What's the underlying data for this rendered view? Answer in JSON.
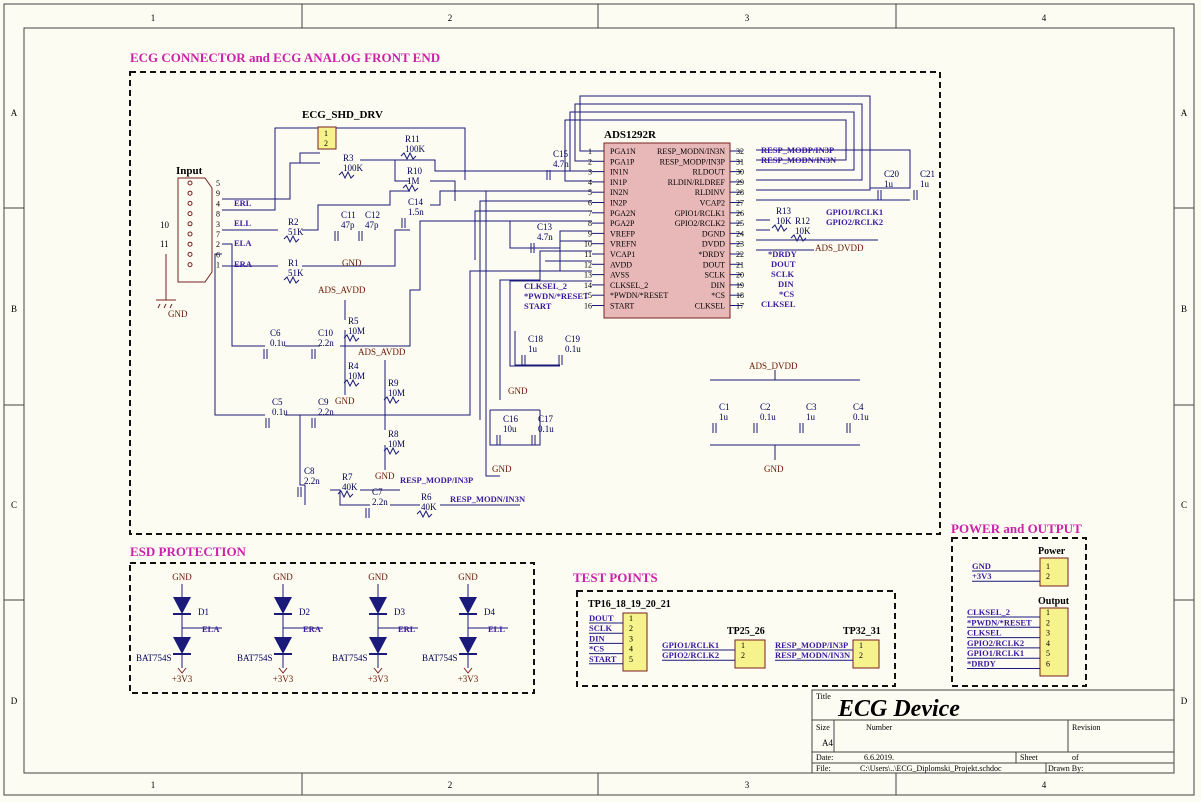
{
  "border": {
    "cols": [
      "1",
      "2",
      "3",
      "4"
    ],
    "rows": [
      "A",
      "B",
      "C",
      "D"
    ]
  },
  "sections": {
    "front_end": "ECG CONNECTOR  and  ECG ANALOG FRONT END",
    "esd": "ESD PROTECTION",
    "test_points": "TEST POINTS",
    "power_output": "POWER  and  OUTPUT"
  },
  "front_end": {
    "input_label": "Input",
    "input_pins": [
      "5",
      "9",
      "4",
      "8",
      "3",
      "7",
      "2",
      "6",
      "1"
    ],
    "input_nets": [
      "ERL",
      "ELL",
      "ERA",
      "ELA"
    ],
    "shield_pins": [
      "10",
      "11"
    ],
    "shd_drv": {
      "title": "ECG_SHD_DRV",
      "pins": [
        "1",
        "2"
      ]
    },
    "ic": {
      "title": "ADS1292R",
      "left_pins": [
        {
          "n": "1",
          "name": "PGA1N"
        },
        {
          "n": "2",
          "name": "PGA1P"
        },
        {
          "n": "3",
          "name": "IN1N"
        },
        {
          "n": "4",
          "name": "IN1P"
        },
        {
          "n": "5",
          "name": "IN2N"
        },
        {
          "n": "6",
          "name": "IN2P"
        },
        {
          "n": "7",
          "name": "PGA2N"
        },
        {
          "n": "8",
          "name": "PGA2P"
        },
        {
          "n": "9",
          "name": "VREFP"
        },
        {
          "n": "10",
          "name": "VREFN"
        },
        {
          "n": "11",
          "name": "VCAP1"
        },
        {
          "n": "12",
          "name": "AVDD"
        },
        {
          "n": "13",
          "name": "AVSS"
        },
        {
          "n": "14",
          "name": "CLKSEL_2"
        },
        {
          "n": "15",
          "name": "*PWDN/*RESET"
        },
        {
          "n": "16",
          "name": "START"
        }
      ],
      "right_pins": [
        {
          "n": "32",
          "name": "RESP_MODN/IN3N"
        },
        {
          "n": "31",
          "name": "RESP_MODP/IN3P"
        },
        {
          "n": "30",
          "name": "RLDOUT"
        },
        {
          "n": "29",
          "name": "RLDIN/RLDREF"
        },
        {
          "n": "28",
          "name": "RLDINV"
        },
        {
          "n": "27",
          "name": "VCAP2"
        },
        {
          "n": "26",
          "name": "GPIO1/RCLK1"
        },
        {
          "n": "25",
          "name": "GPIO2/RCLK2"
        },
        {
          "n": "24",
          "name": "DGND"
        },
        {
          "n": "23",
          "name": "DVDD"
        },
        {
          "n": "22",
          "name": "*DRDY"
        },
        {
          "n": "21",
          "name": "DOUT"
        },
        {
          "n": "20",
          "name": "SCLK"
        },
        {
          "n": "19",
          "name": "DIN"
        },
        {
          "n": "18",
          "name": "*CS"
        },
        {
          "n": "17",
          "name": "CLKSEL"
        }
      ],
      "left_nets": [
        "CLKSEL_2",
        "*PWDN/*RESET",
        "START"
      ],
      "right_nets": [
        "RESP_MODP/IN3P",
        "RESP_MODN/IN3N",
        "GPIO1/RCLK1",
        "GPIO2/RCLK2",
        "ADS_DVDD",
        "*DRDY",
        "DOUT",
        "SCLK",
        "DIN",
        "*CS",
        "CLKSEL"
      ]
    },
    "components": [
      {
        "ref": "R11",
        "val": "100K"
      },
      {
        "ref": "R3",
        "val": "100K"
      },
      {
        "ref": "R10",
        "val": "1M"
      },
      {
        "ref": "C14",
        "val": "1.5n"
      },
      {
        "ref": "C11",
        "val": "47p"
      },
      {
        "ref": "C12",
        "val": "47p"
      },
      {
        "ref": "R2",
        "val": "51K"
      },
      {
        "ref": "R1",
        "val": "51K"
      },
      {
        "ref": "C15",
        "val": "4.7n"
      },
      {
        "ref": "C13",
        "val": "4.7n"
      },
      {
        "ref": "R5",
        "val": "10M"
      },
      {
        "ref": "R4",
        "val": "10M"
      },
      {
        "ref": "R9",
        "val": "10M"
      },
      {
        "ref": "R8",
        "val": "10M"
      },
      {
        "ref": "C6",
        "val": "0.1u"
      },
      {
        "ref": "C10",
        "val": "2.2n"
      },
      {
        "ref": "C5",
        "val": "0.1u"
      },
      {
        "ref": "C9",
        "val": "2.2n"
      },
      {
        "ref": "C8",
        "val": "2.2n"
      },
      {
        "ref": "R7",
        "val": "40K"
      },
      {
        "ref": "C7",
        "val": "2.2n"
      },
      {
        "ref": "R6",
        "val": "40K"
      },
      {
        "ref": "C18",
        "val": "1u"
      },
      {
        "ref": "C19",
        "val": "0.1u"
      },
      {
        "ref": "C16",
        "val": "10u"
      },
      {
        "ref": "C17",
        "val": "0.1u"
      },
      {
        "ref": "C20",
        "val": "1u"
      },
      {
        "ref": "C21",
        "val": "1u"
      },
      {
        "ref": "R13",
        "val": "10K"
      },
      {
        "ref": "R12",
        "val": "10K"
      },
      {
        "ref": "C1",
        "val": "1u"
      },
      {
        "ref": "C2",
        "val": "0.1u"
      },
      {
        "ref": "C3",
        "val": "1u"
      },
      {
        "ref": "C4",
        "val": "0.1u"
      }
    ],
    "power_nets": {
      "gnd": "GND",
      "avdd": "ADS_AVDD",
      "dvdd": "ADS_DVDD"
    }
  },
  "esd": {
    "diodes": [
      {
        "ref": "D1",
        "part": "BAT754S",
        "net": "ELA",
        "top": "GND",
        "bottom": "+3V3"
      },
      {
        "ref": "D2",
        "part": "BAT754S",
        "net": "ERA",
        "top": "GND",
        "bottom": "+3V3"
      },
      {
        "ref": "D3",
        "part": "BAT754S",
        "net": "ERL",
        "top": "GND",
        "bottom": "+3V3"
      },
      {
        "ref": "D4",
        "part": "BAT754S",
        "net": "ELL",
        "top": "GND",
        "bottom": "+3V3"
      }
    ]
  },
  "test_points": {
    "tp1": {
      "title": "TP16_18_19_20_21",
      "nets": [
        "DOUT",
        "SCLK",
        "DIN",
        "*CS",
        "START"
      ],
      "pins": [
        "1",
        "2",
        "3",
        "4",
        "5"
      ]
    },
    "tp2": {
      "title": "TP25_26",
      "nets": [
        "GPIO1/RCLK1",
        "GPIO2/RCLK2"
      ],
      "pins": [
        "1",
        "2"
      ]
    },
    "tp3": {
      "title": "TP32_31",
      "nets": [
        "RESP_MODP/IN3P",
        "RESP_MODN/IN3N"
      ],
      "pins": [
        "1",
        "2"
      ]
    }
  },
  "power_output": {
    "power": {
      "title": "Power",
      "nets": [
        "GND",
        "+3V3"
      ],
      "pins": [
        "1",
        "2"
      ]
    },
    "output": {
      "title": "Output",
      "nets": [
        "CLKSEL_2",
        "*PWDN/*RESET",
        "CLKSEL",
        "GPIO2/RCLK2",
        "GPIO1/RCLK1",
        "*DRDY"
      ],
      "pins": [
        "1",
        "2",
        "3",
        "4",
        "5",
        "6"
      ]
    }
  },
  "title_block": {
    "title_label": "Title",
    "title": "ECG Device",
    "size_label": "Size",
    "size": "A4",
    "number_label": "Number",
    "revision_label": "Revision",
    "date_label": "Date:",
    "date": "6.6.2019.",
    "sheet_label": "Sheet",
    "of_label": "of",
    "file_label": "File:",
    "file": "C:\\Users\\..\\ECG_Diplomski_Projekt.schdoc",
    "drawn_label": "Drawn By:"
  }
}
